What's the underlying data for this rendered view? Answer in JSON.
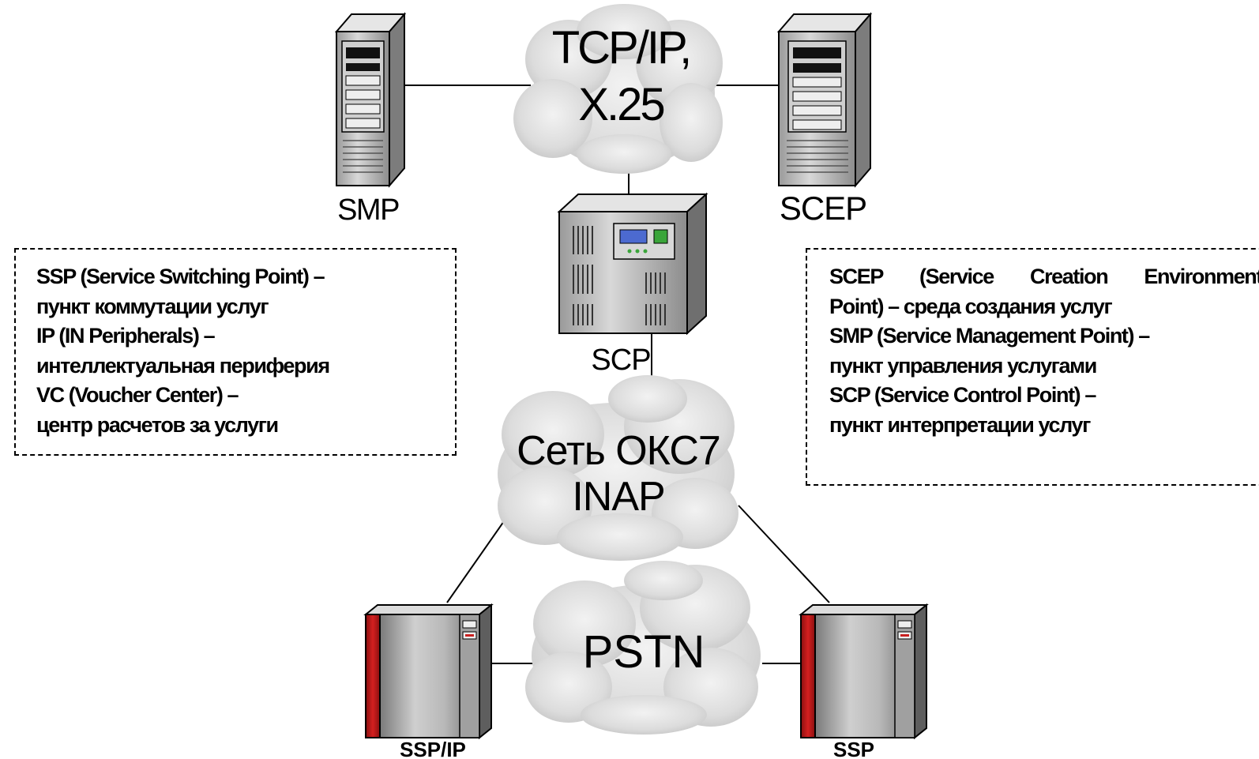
{
  "clouds": {
    "top": [
      "TCP/IP,",
      "X.25"
    ],
    "middle": [
      "Сеть ОКС7",
      "INAP"
    ],
    "bottom": [
      "PSTN"
    ]
  },
  "nodes": {
    "smp": "SMP",
    "scep": "SCEP",
    "scp": "SCP",
    "ssp_ip": "SSP/IP",
    "ssp": "SSP"
  },
  "legend_left": [
    "SSP (Service Switching Point) –",
    "пункт коммутации услуг",
    "IP (IN Peripherals) –",
    "интеллектуальная периферия",
    "VC (Voucher Center) –",
    "центр расчетов за услуги"
  ],
  "legend_right": {
    "first_line_words": [
      "SCEP",
      "(Service",
      "Creation",
      "Environment"
    ],
    "lines": [
      "Point) – среда создания услуг",
      "SMP (Service Management Point) –",
      "пункт управления услугами",
      "SCP (Service Control Point) –",
      "пункт интерпретации услуг"
    ]
  }
}
